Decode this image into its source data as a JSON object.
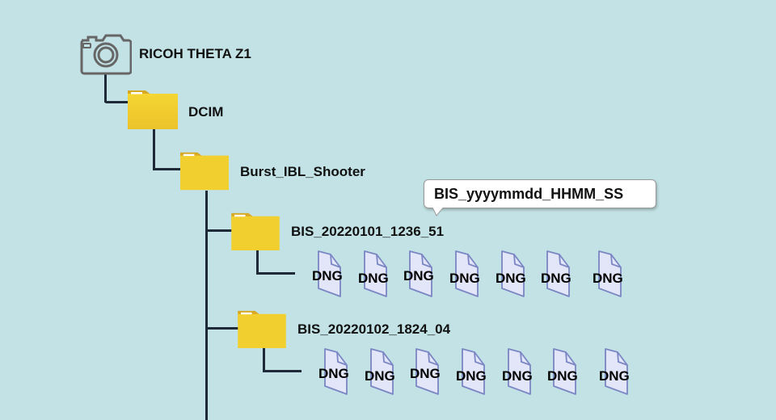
{
  "root": {
    "label": "RICOH THETA Z1",
    "icon": "camera-icon"
  },
  "dcim": {
    "label": "DCIM"
  },
  "burst": {
    "label": "Burst_IBL_Shooter"
  },
  "callout": {
    "text": "BIS_yyyymmdd_HHMM_SS"
  },
  "folders": [
    {
      "label": "BIS_20220101_1236_51",
      "files": [
        "DNG",
        "DNG",
        "DNG",
        "DNG",
        "DNG",
        "DNG",
        "DNG"
      ]
    },
    {
      "label": "BIS_20220102_1824_04",
      "files": [
        "DNG",
        "DNG",
        "DNG",
        "DNG",
        "DNG",
        "DNG",
        "DNG"
      ]
    }
  ],
  "colors": {
    "background": "#c3e2e5",
    "folder": "#f2d02f",
    "folder_tab": "#d6a823",
    "file": "#e2e6f8",
    "file_border": "#7b86c4",
    "line": "#1f2a38"
  }
}
